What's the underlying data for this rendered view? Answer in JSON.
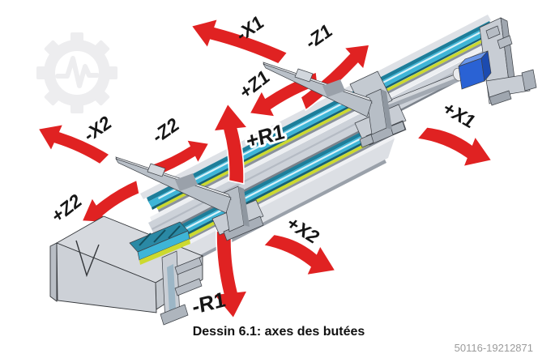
{
  "figure": {
    "caption": "Dessin 6.1: axes des butées",
    "doc_number": "50116-19212871"
  },
  "axis_labels": {
    "neg_x1": "-X1",
    "neg_z1": "-Z1",
    "pos_z1": "+Z1",
    "pos_x1": "+X1",
    "neg_x2": "-X2",
    "neg_z2": "-Z2",
    "pos_z2": "+Z2",
    "pos_x2": "+X2",
    "pos_r1": "+R1",
    "neg_r1": "-R1"
  },
  "colors": {
    "arrow_red": "#e02222",
    "rail_teal_dark": "#1d7e9a",
    "rail_cyan": "#3eb5d7",
    "accent_yellow": "#ccd92f",
    "motor_blue": "#2a62d4",
    "machine_gray": "#cdd2d9",
    "doc_number_gray": "#9b9b9b",
    "watermark_gray": "#ededef"
  },
  "icons": {
    "watermark": "gear-pulse-watermark"
  }
}
